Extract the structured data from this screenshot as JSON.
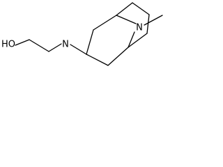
{
  "molecule": {
    "atoms": {
      "hydroxyl": "HO",
      "amine": "N",
      "bridge_nitrogen": "N"
    }
  }
}
